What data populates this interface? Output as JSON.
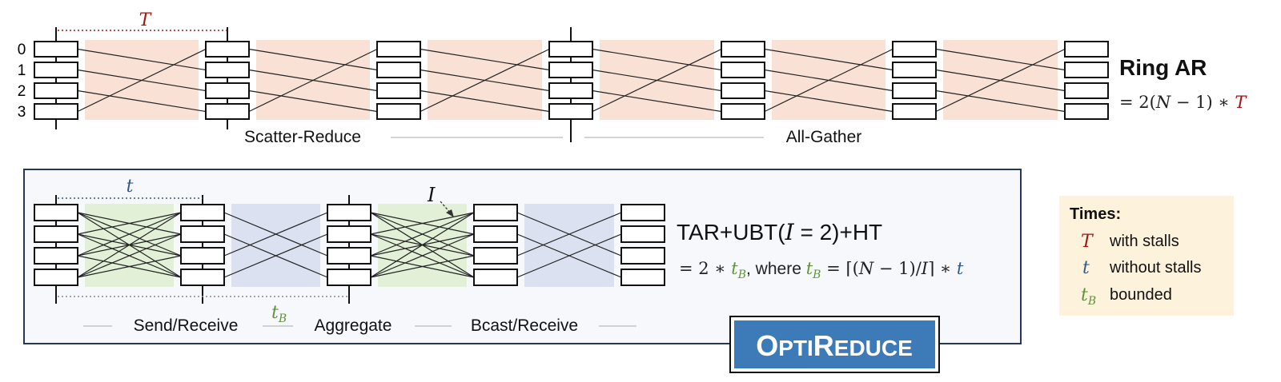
{
  "colors": {
    "T": "#a31515",
    "t": "#2f5b8c",
    "tB": "#5f9436",
    "scatter_fill": "#f9e1d5",
    "blue_fill": "#dbe1f0",
    "green_fill": "#e2f0d8",
    "panel_fill": "#f6f8fc",
    "panel_border": "#2a3658",
    "times_fill": "#fdf3dc",
    "logo_fill": "#3d7ab8",
    "logo_border": "#111111"
  },
  "ring": {
    "rank_labels": [
      "0",
      "1",
      "2",
      "3"
    ],
    "T_label": "T",
    "title": "Ring AR",
    "formula_prefix": "= 2(",
    "formula_N": "N",
    "formula_minus": " − 1) ∗ ",
    "formula_T": "T",
    "scatter_label": "Scatter-Reduce",
    "allgather_label": "All-Gather"
  },
  "opti": {
    "t_label": "t",
    "I_label": "I",
    "title_pre": "TAR+UBT(",
    "title_I": "I",
    "title_post": " = 2)+HT",
    "f_prefix": "= 2 ∗ ",
    "f_tB1": "t",
    "f_tB1_sub": "B",
    "f_where": ", where ",
    "f_tB2": "t",
    "f_tB2_sub": "B",
    "f_eq": " = ⌈(",
    "f_N": "N",
    "f_mid": " − 1)/",
    "f_I": "I",
    "f_end": "⌉ ∗ ",
    "f_t": "t",
    "tB_label": "t",
    "tB_sub": "B",
    "send_label": "Send/Receive",
    "aggregate_label": "Aggregate",
    "bcast_label": "Bcast/Receive"
  },
  "logo": {
    "text_1": "O",
    "text_2": "PTI",
    "text_3": "R",
    "text_4": "EDUCE"
  },
  "times": {
    "title": "Times:",
    "rows": [
      {
        "sym": "T",
        "sub": "",
        "desc": "with stalls"
      },
      {
        "sym": "t",
        "sub": "",
        "desc": "without stalls"
      },
      {
        "sym": "t",
        "sub": "B",
        "desc": "bounded"
      }
    ]
  }
}
